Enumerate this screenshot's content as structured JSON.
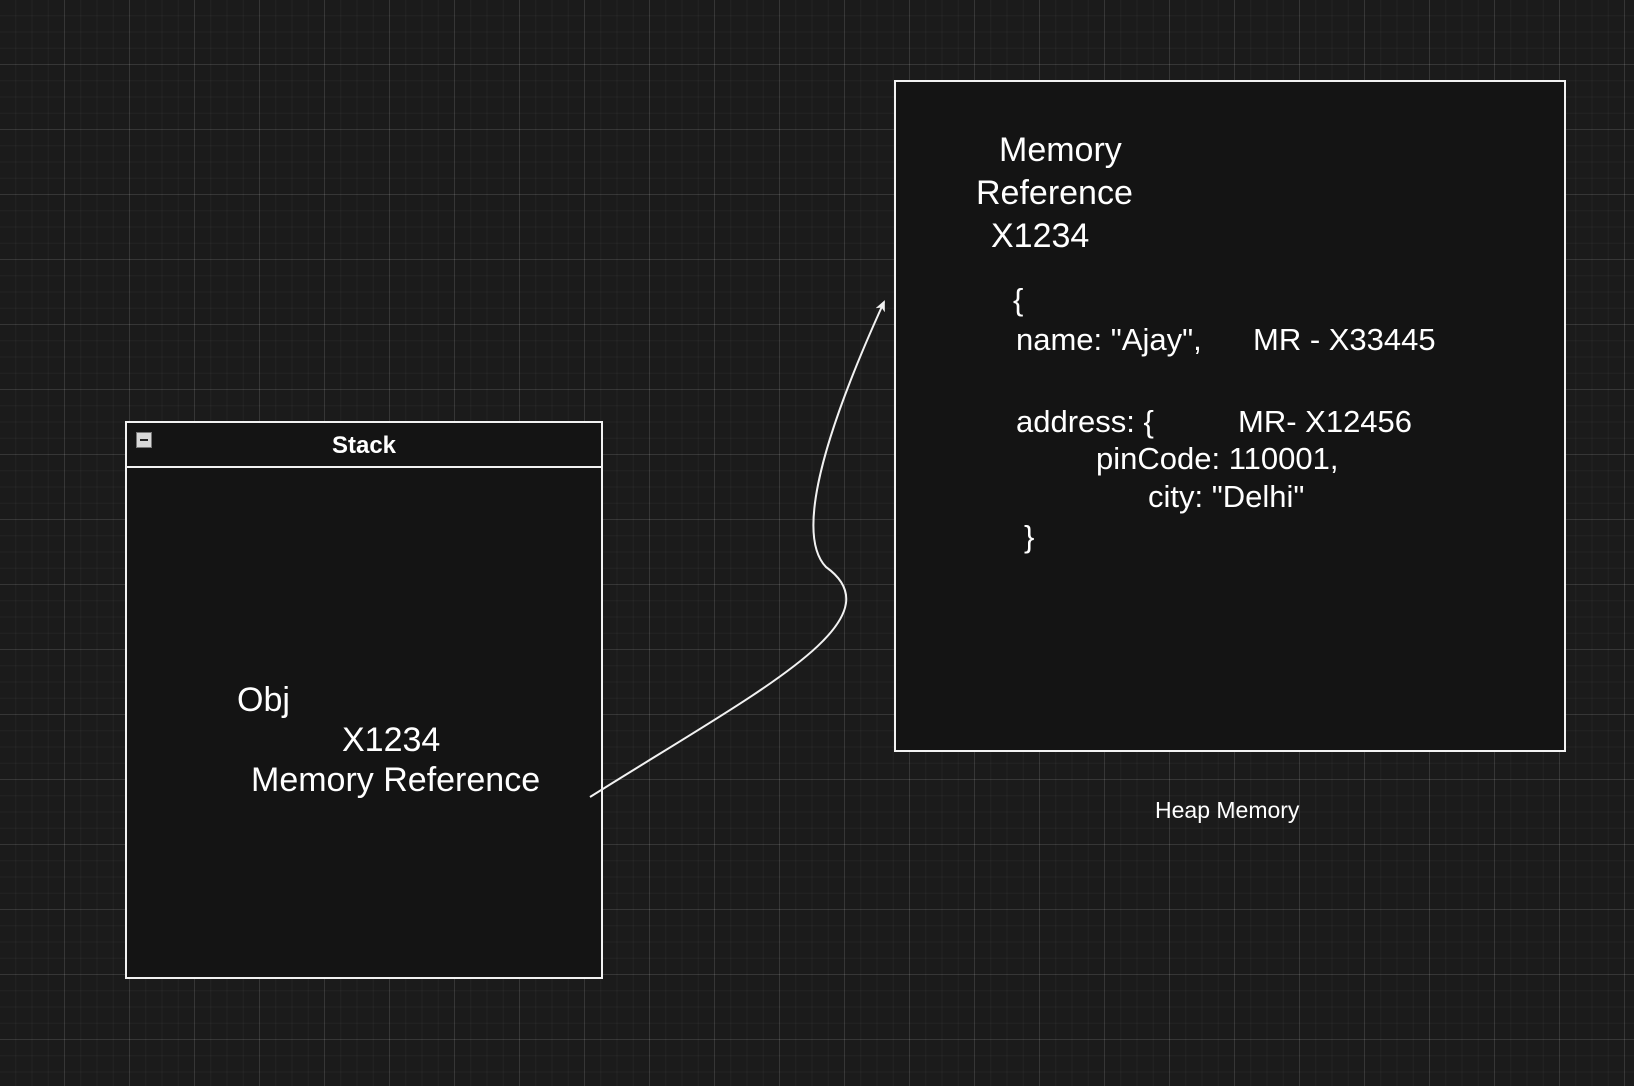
{
  "stack": {
    "title": "Stack",
    "var_name": "Obj",
    "ref_value": "X1234",
    "ref_label": "Memory Reference"
  },
  "heap": {
    "caption": "Heap Memory",
    "ref_line1": "Memory",
    "ref_line2": "Reference",
    "ref_line3": "X1234",
    "open_brace": "{",
    "name_line": "name: \"Ajay\",",
    "name_ref": "MR - X33445",
    "address_line": "address: {",
    "address_ref": "MR- X12456",
    "pincode_line": "pinCode: 110001,",
    "city_line": "city: \"Delhi\"",
    "close_brace": "}"
  },
  "colors": {
    "background": "#1b1b1b",
    "box_fill": "#141414",
    "stroke": "#f2f2f2",
    "text": "#ffffff"
  }
}
